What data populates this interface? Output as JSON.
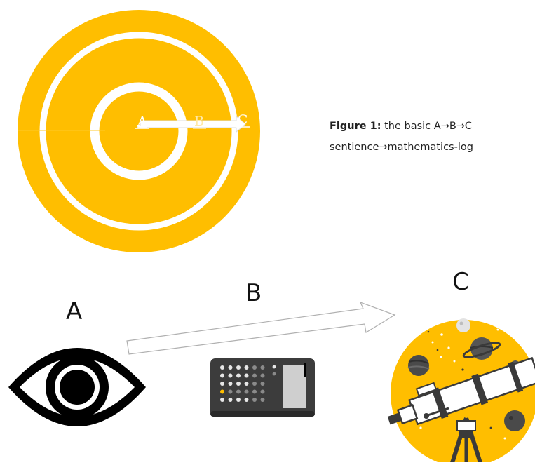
{
  "diagram": {
    "rings": {
      "labels": [
        "A",
        "B",
        "C"
      ]
    },
    "caption": {
      "bold": "Figure 1:",
      "line1": "the basic A→B→C",
      "line2": "sentience→mathematics-log"
    },
    "stages": {
      "a_label": "A",
      "b_label": "B",
      "c_label": "C"
    },
    "icons": {
      "eye": "eye-icon",
      "calculator": "calculator-icon",
      "telescope": "telescope-icon"
    },
    "colors": {
      "accent": "#FFBE00",
      "ring": "#FFFFFF",
      "dark": "#000000",
      "calculator_body": "#3C3C3C",
      "calculator_key": "#E6E6E6",
      "calculator_highlight": "#FFBE00"
    }
  }
}
